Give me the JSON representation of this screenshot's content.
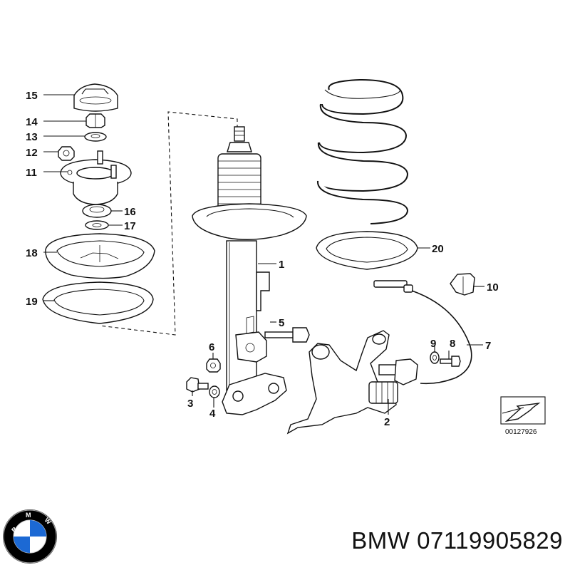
{
  "diagram": {
    "callouts": {
      "p1": "1",
      "p2": "2",
      "p3": "3",
      "p4": "4",
      "p5": "5",
      "p6": "6",
      "p7": "7",
      "p8": "8",
      "p9": "9",
      "p10": "10",
      "p11": "11",
      "p12": "12",
      "p13": "13",
      "p14": "14",
      "p15": "15",
      "p16": "16",
      "p17": "17",
      "p18": "18",
      "p19": "19",
      "p20": "20"
    },
    "reference_code": "00127926"
  },
  "caption": {
    "brand": "BMW",
    "part_number": "07119905829"
  },
  "logo": {
    "colors": {
      "ring": "#000000",
      "blue": "#1c69d4",
      "white": "#ffffff"
    }
  }
}
